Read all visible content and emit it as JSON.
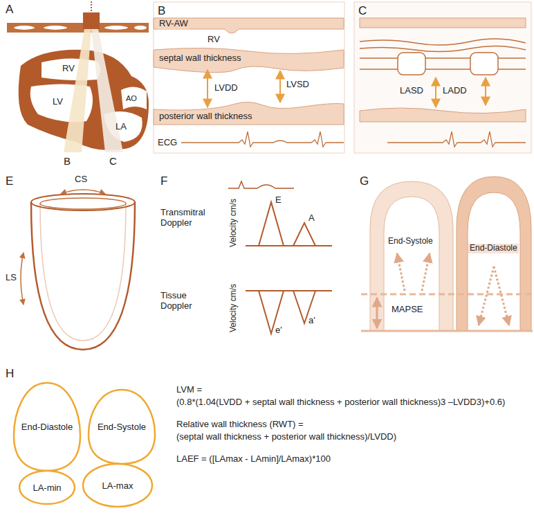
{
  "diagram": {
    "nodes": [
      {
        "text": [
          "End-Diastole"
        ]
      },
      {
        "text": [
          "End-Systole"
        ]
      },
      {
        "text": [
          "LA-min"
        ]
      },
      {
        "text": [
          "LA-max"
        ]
      }
    ],
    "labels": [
      "A",
      "RV",
      "LV",
      "AO",
      "LA",
      "B",
      "C",
      "B",
      "RV-AW",
      "RV",
      "septal wall thickness",
      "LVDD",
      "LVSD",
      "posterior wall thickness",
      "ECG",
      "C",
      "LASD",
      "LADD",
      "E",
      "CS",
      "LS",
      "F",
      "Transmitral Doppler",
      "Velocity cm/s",
      "E",
      "A",
      "Tissue Doppler",
      "Velocity cm/s",
      "e'",
      "a'",
      "G",
      "End-Systole",
      "End-Diastole",
      "MAPSE",
      "H",
      "LVM =",
      "(0.8*(1.04(LVDD + septal wall thickness + posterior wall thickness)3 –LVDD3)+0.6)",
      "Relative wall thickness (RWT) =",
      "(septal wall thickness + posterior wall thickness)/LVDD)",
      "LAEF = ([LAmax - LAmin]/LAmax)*100"
    ]
  }
}
